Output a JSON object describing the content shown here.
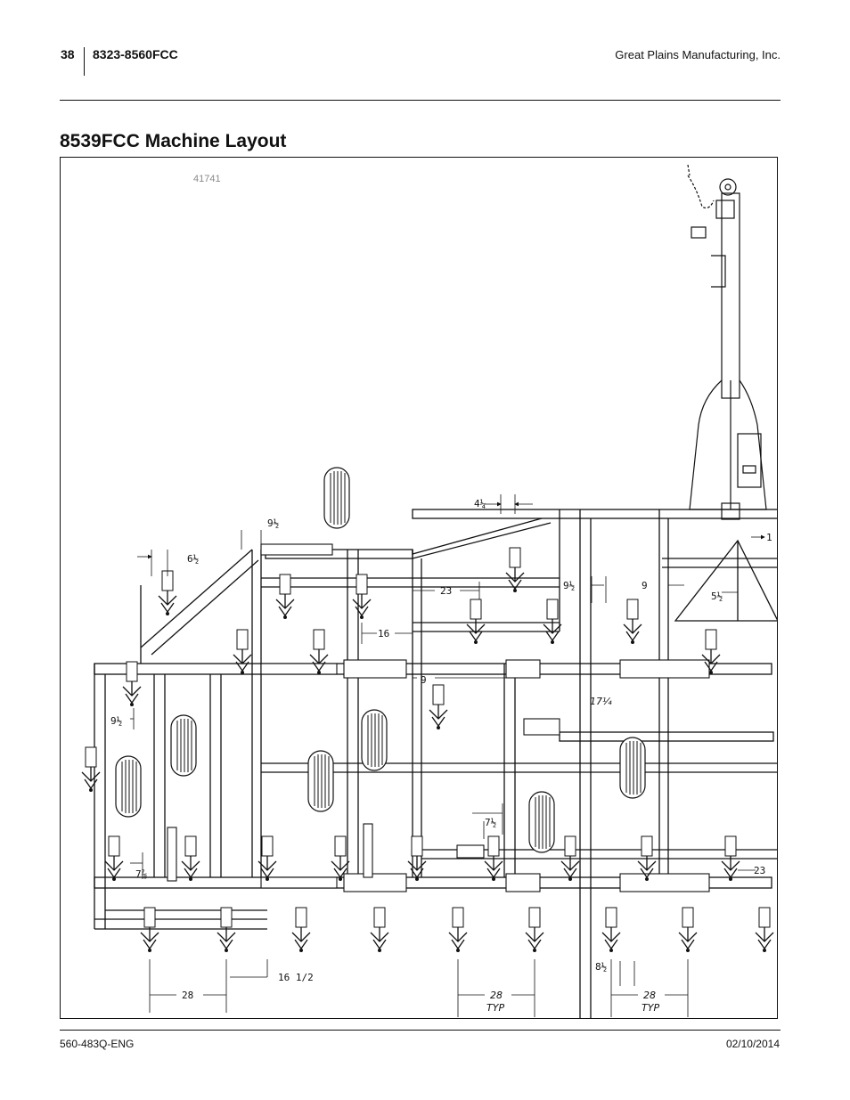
{
  "header": {
    "page_number": "38",
    "model_range": "8323-8560FCC",
    "company": "Great Plains Manufacturing, Inc."
  },
  "title": "8539FCC Machine Layout",
  "figure": {
    "id": "41741",
    "dimensions": {
      "d_4_1_4": "4¼",
      "d_9_1_2_top": "9½",
      "d_6_1_2": "6½",
      "d_23_top": "23",
      "d_16": "16",
      "d_9_1_2_mid": "9½",
      "d_9_right": "9",
      "d_1_right": "1",
      "d_5_1_2": "5½",
      "d_9_center": "9",
      "d_17_1_4": "17¼",
      "d_9_1_2_left": "9½",
      "d_7_1_2": "7½",
      "d_7_7_8": "7⅞",
      "d_23_right": "23",
      "d_8_1_2": "8½",
      "d_16_1_2": "16 1/2",
      "d_28_left": "28",
      "d_28_mid": "28",
      "d_28_right": "28",
      "typ_label": "TYP"
    }
  },
  "footer": {
    "doc_number": "560-483Q-ENG",
    "date": "02/10/2014"
  }
}
